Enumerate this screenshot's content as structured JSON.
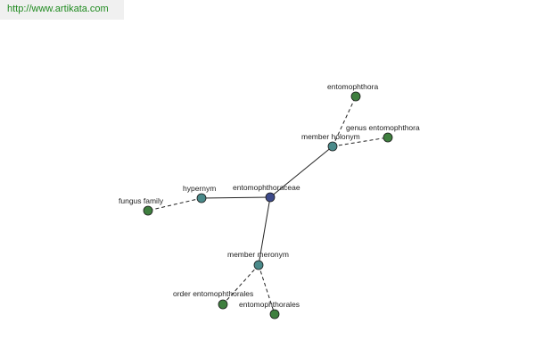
{
  "url": "http://www.artikata.com",
  "colors": {
    "center_node": "#3d4a8a",
    "relation_node": "#4a8a8a",
    "leaf_node": "#3f7f3f",
    "edge": "#222222",
    "url_text": "#1f8a1f",
    "url_banner_bg": "#f0f0f0"
  },
  "nodes": {
    "center": {
      "label": "entomophthoraceae",
      "kind": "center"
    },
    "hypernym": {
      "label": "hypernym",
      "kind": "relation"
    },
    "member_holonym": {
      "label": "member holonym",
      "kind": "relation"
    },
    "member_meronym": {
      "label": "member meronym",
      "kind": "relation"
    },
    "fungus_family": {
      "label": "fungus family",
      "kind": "leaf"
    },
    "entomophthora": {
      "label": "entomophthora",
      "kind": "leaf"
    },
    "genus_entomophthora": {
      "label": "genus entomophthora",
      "kind": "leaf"
    },
    "order_entomophthorales": {
      "label": "order entomophthorales",
      "kind": "leaf"
    },
    "entomophthorales": {
      "label": "entomophthorales",
      "kind": "leaf"
    }
  },
  "edges": [
    {
      "from": "center",
      "to": "hypernym",
      "style": "solid"
    },
    {
      "from": "center",
      "to": "member_holonym",
      "style": "solid"
    },
    {
      "from": "center",
      "to": "member_meronym",
      "style": "solid"
    },
    {
      "from": "hypernym",
      "to": "fungus_family",
      "style": "dashed"
    },
    {
      "from": "member_holonym",
      "to": "entomophthora",
      "style": "dashed"
    },
    {
      "from": "member_holonym",
      "to": "genus_entomophthora",
      "style": "dashed"
    },
    {
      "from": "member_meronym",
      "to": "order_entomophthorales",
      "style": "dashed"
    },
    {
      "from": "member_meronym",
      "to": "entomophthorales",
      "style": "dashed"
    }
  ]
}
